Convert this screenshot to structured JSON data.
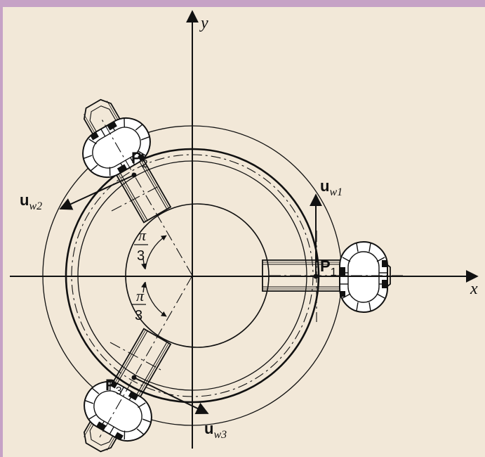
{
  "colors": {
    "frame": "#c6a2c6",
    "background": "#f2e8d8",
    "ink": "#111111",
    "wheel_fill": "#ffffff"
  },
  "axes": {
    "x_label": "x",
    "y_label": "y"
  },
  "points": [
    {
      "letter": "P",
      "index": "1"
    },
    {
      "letter": "P",
      "index": "2"
    },
    {
      "letter": "P",
      "index": "3"
    }
  ],
  "vectors": [
    {
      "letter": "u",
      "sub": "w1"
    },
    {
      "letter": "u",
      "sub": "w2"
    },
    {
      "letter": "u",
      "sub": "w3"
    }
  ],
  "angles": [
    {
      "num": "π",
      "den": "3"
    },
    {
      "num": "π",
      "den": "3"
    }
  ]
}
